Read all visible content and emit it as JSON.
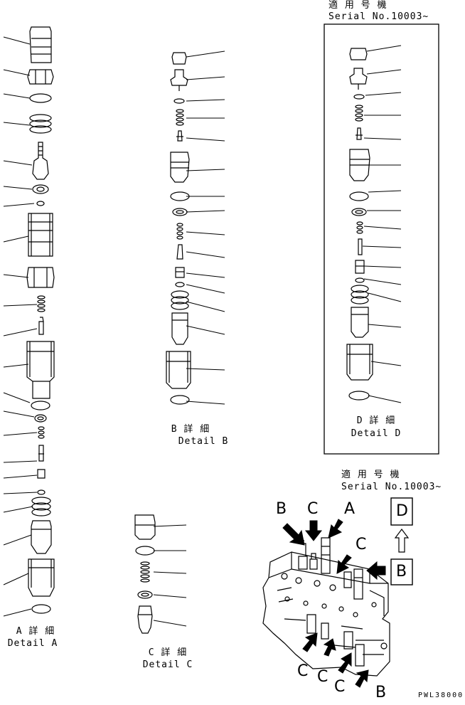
{
  "detail_a": {
    "jp": "A 詳 細",
    "en": "Detail A"
  },
  "detail_b": {
    "jp": "B 詳 細",
    "en": "Detail B"
  },
  "detail_c": {
    "jp": "C 詳 細",
    "en": "Detail C"
  },
  "detail_d": {
    "jp": "D 詳 細",
    "en": "Detail D"
  },
  "serial_top": {
    "jp": "適 用 号 機",
    "en": "Serial No.10003~"
  },
  "serial_bottom": {
    "jp": "適 用 号 機",
    "en": "Serial No.10003~"
  },
  "boxed_labels": {
    "d": "D",
    "b": "B"
  },
  "callouts": {
    "top_b": "B",
    "top_c": "C",
    "top_a": "A",
    "right_c": "C",
    "bottom_c1": "C",
    "bottom_c2": "C",
    "bottom_c3": "C",
    "bottom_b": "B"
  },
  "drawing_code": "PWL38000"
}
